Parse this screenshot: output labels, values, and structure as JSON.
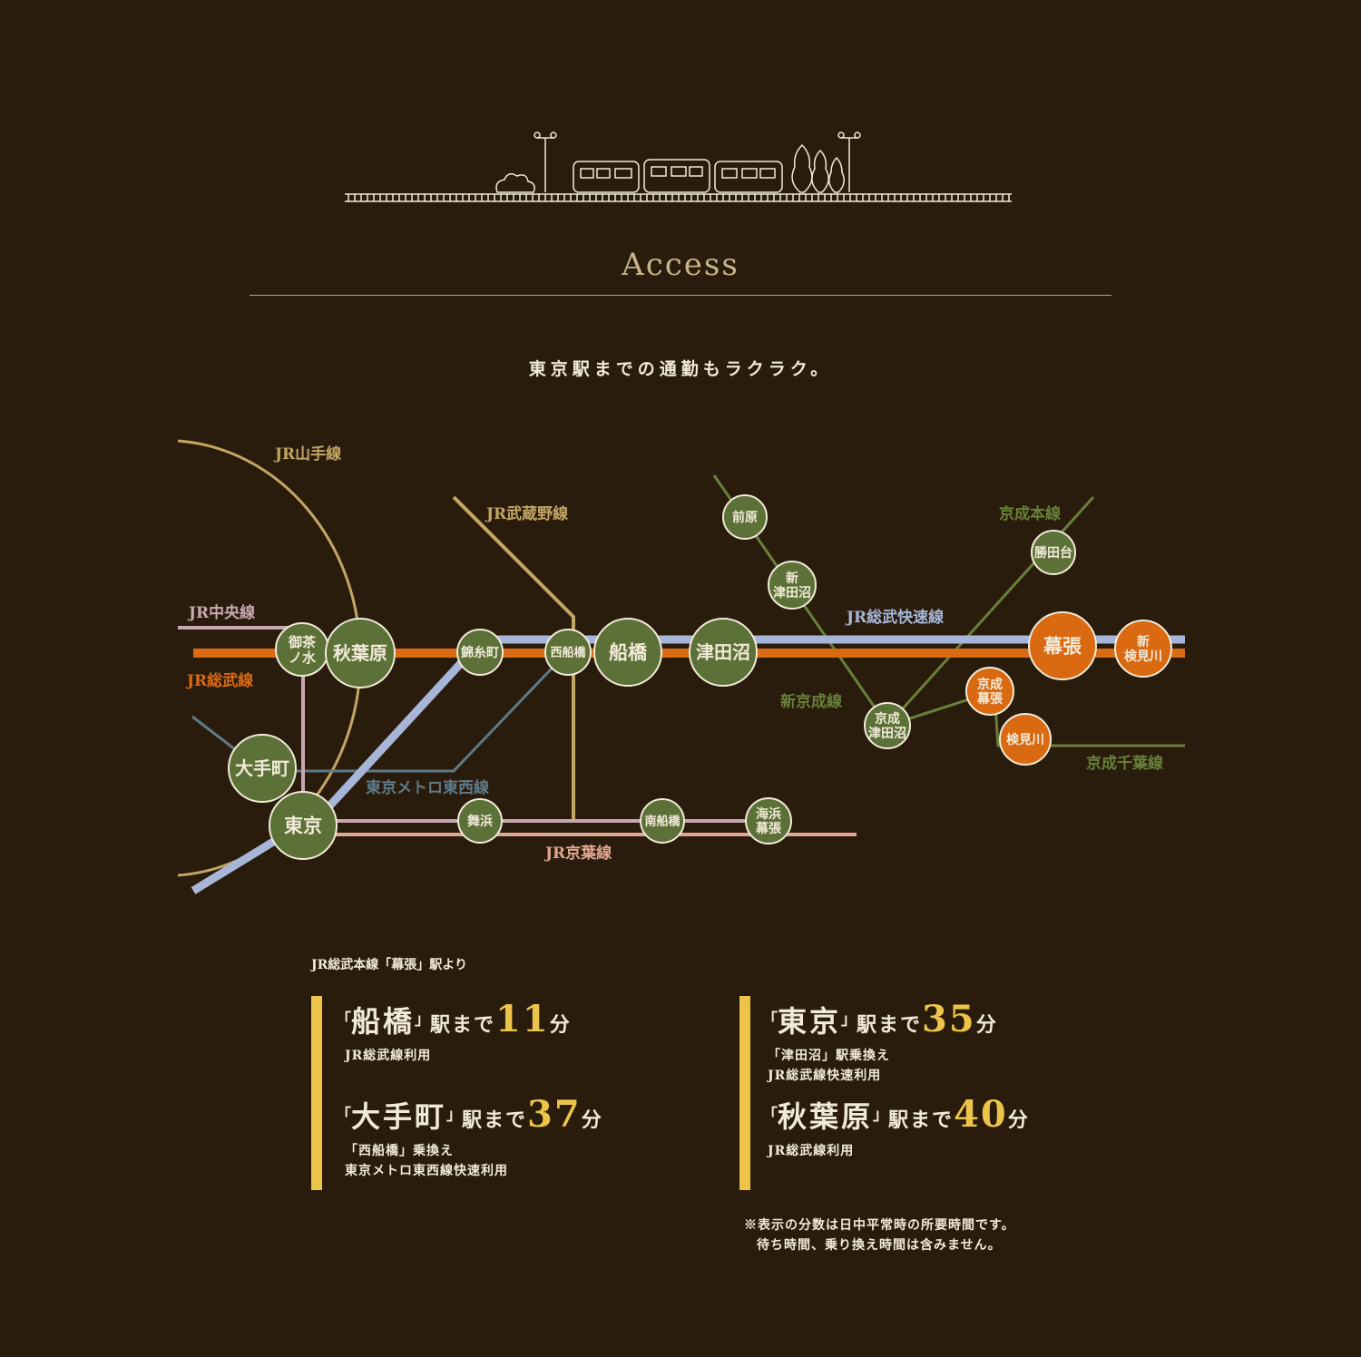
{
  "header": {
    "title": "Access",
    "tagline": "東京駅までの通勤もラクラク。"
  },
  "lines": {
    "yamanote": "JR山手線",
    "musashino": "JR武蔵野線",
    "chuo": "JR中央線",
    "sobu": "JR総武線",
    "sobu_rapid": "JR総武快速線",
    "tozai": "東京メトロ東西線",
    "keiyo": "JR京葉線",
    "shinkeisei": "新京成線",
    "keisei_main": "京成本線",
    "keisei_chiba": "京成千葉線"
  },
  "stations": {
    "ochanomizu": [
      "御茶",
      "ノ水"
    ],
    "akihabara": "秋葉原",
    "kinshicho": "錦糸町",
    "nishifunabashi": "西船橋",
    "funabashi": "船橋",
    "tsudanuma": "津田沼",
    "makuhari": "幕張",
    "shinkemigawa": [
      "新",
      "検見川"
    ],
    "otemachi": "大手町",
    "tokyo": "東京",
    "maihama": "舞浜",
    "minamifunabashi": "南船橋",
    "kaihinmakuhari": [
      "海浜",
      "幕張"
    ],
    "maebara": "前原",
    "shintsudanuma": [
      "新",
      "津田沼"
    ],
    "katsutadai": "勝田台",
    "keiseitsudanuma": [
      "京成",
      "津田沼"
    ],
    "keiseimakuhari": [
      "京成",
      "幕張"
    ],
    "kemigawa": "検見川"
  },
  "colors": {
    "background": "#2a1c0c",
    "gold_line": "#c2a664",
    "sobu_orange": "#d96a12",
    "rapid_blue": "#a7b6d8",
    "chuo_mauve": "#c8a8b0",
    "tozai_slate": "#5f7a88",
    "keiyo_salmon": "#e0a690",
    "keisei_green": "#67803a",
    "station_green": "#5c7138",
    "accent_yellow": "#ecc44a"
  },
  "origin": "JR総武本線「幕張」駅より",
  "times": [
    {
      "station": "船橋",
      "made": "駅まで",
      "minutes": "11",
      "unit": "分",
      "notes": [
        "JR総武線利用"
      ]
    },
    {
      "station": "大手町",
      "made": "駅まで",
      "minutes": "37",
      "unit": "分",
      "notes": [
        "「西船橋」乗換え",
        "東京メトロ東西線快速利用"
      ]
    },
    {
      "station": "東京",
      "made": "駅まで",
      "minutes": "35",
      "unit": "分",
      "notes": [
        "「津田沼」駅乗換え",
        "JR総武線快速利用"
      ]
    },
    {
      "station": "秋葉原",
      "made": "駅まで",
      "minutes": "40",
      "unit": "分",
      "notes": [
        "JR総武線利用"
      ]
    }
  ],
  "footnote": [
    "※表示の分数は日中平常時の所要時間です。",
    "待ち時間、乗り換え時間は含みません。"
  ]
}
